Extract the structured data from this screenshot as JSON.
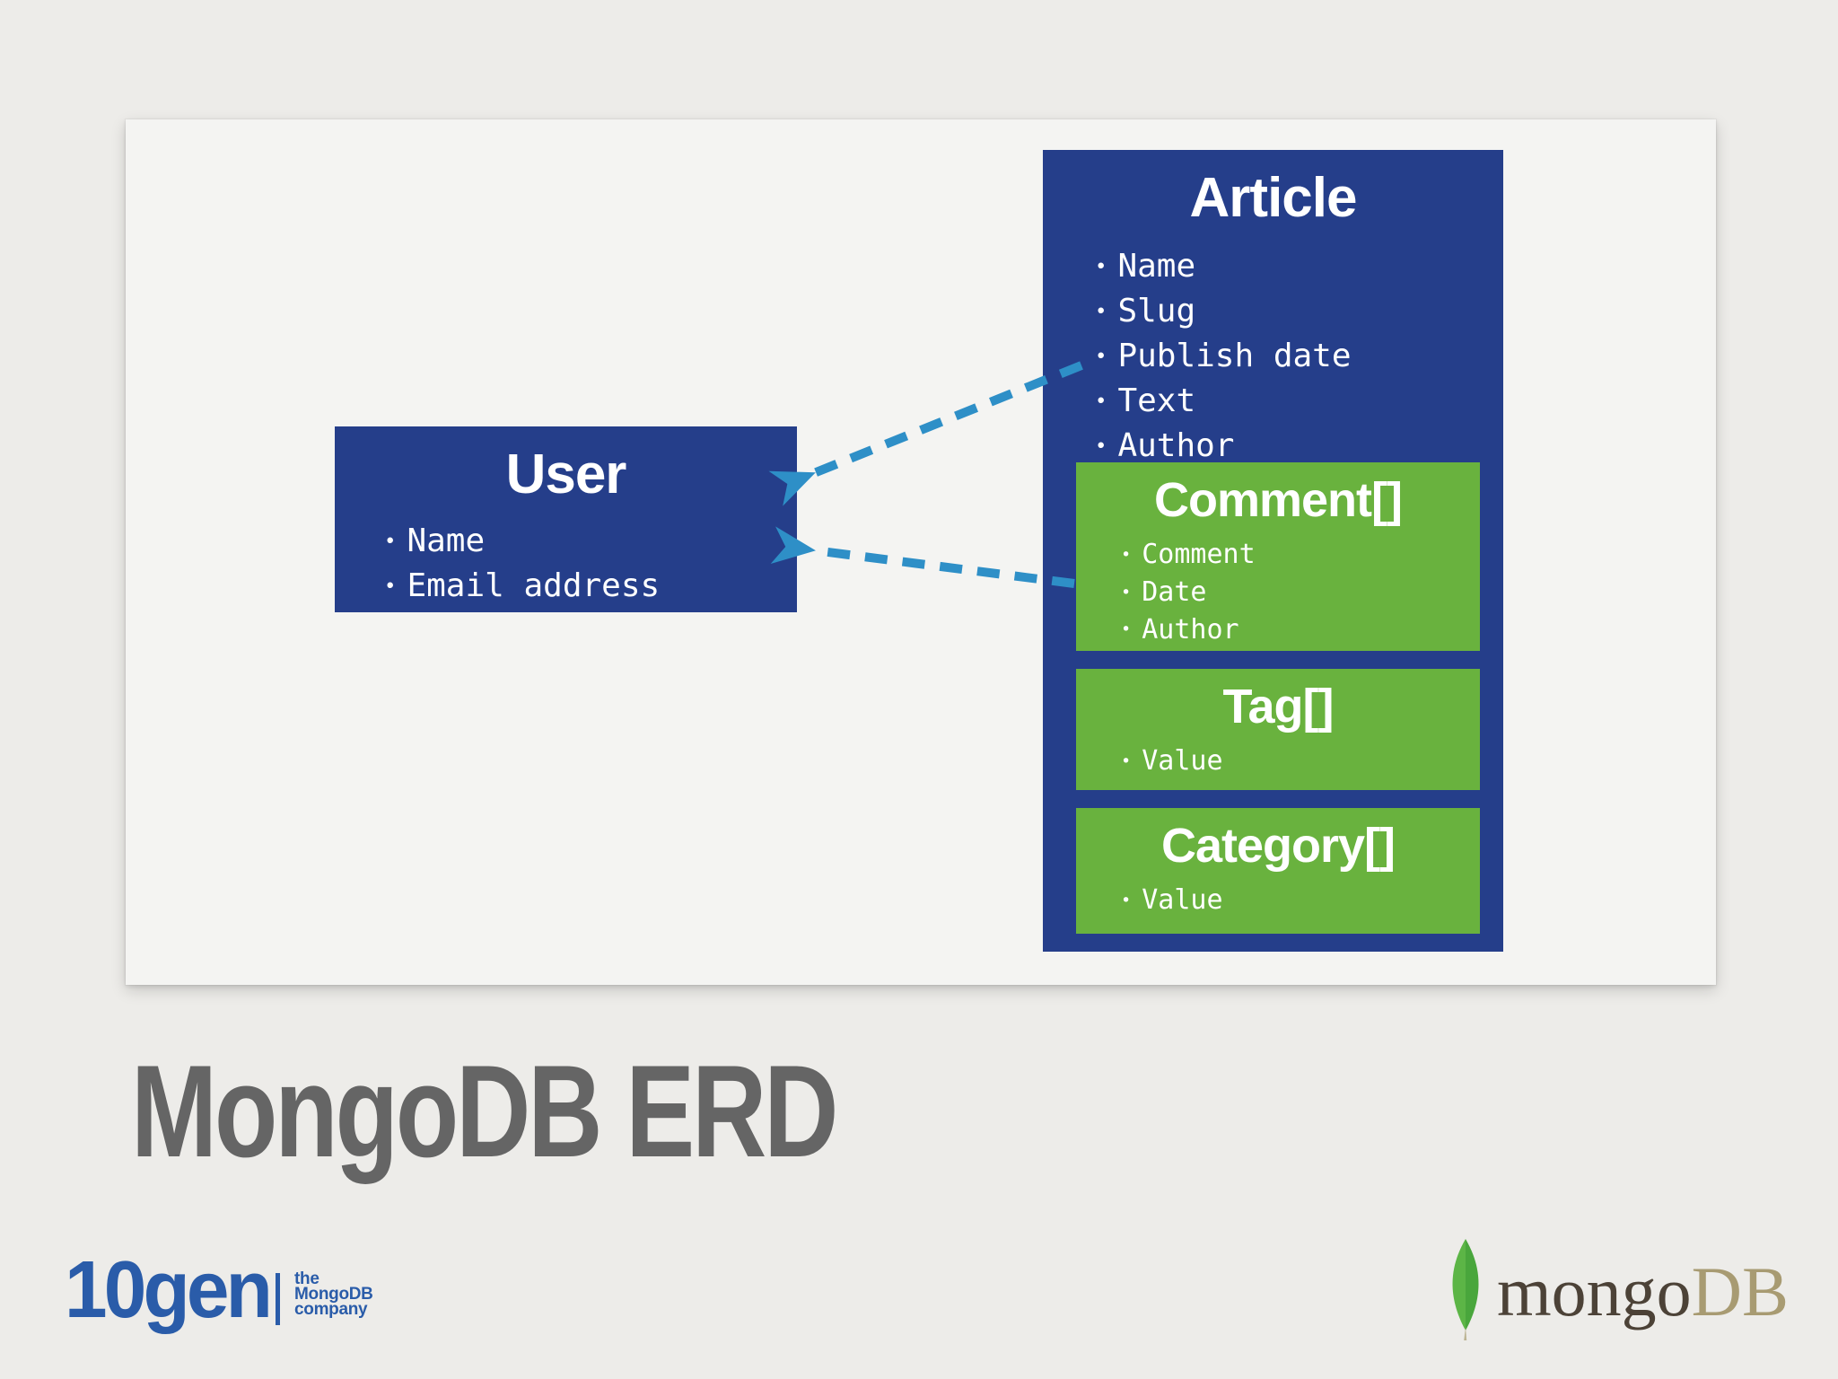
{
  "title": "MongoDB ERD",
  "erd": {
    "user": {
      "title": "User",
      "fields": [
        "Name",
        "Email address"
      ]
    },
    "article": {
      "title": "Article",
      "fields": [
        "Name",
        "Slug",
        "Publish date",
        "Text",
        "Author"
      ]
    },
    "comment": {
      "title": "Comment[]",
      "fields": [
        "Comment",
        "Date",
        "Author"
      ]
    },
    "tag": {
      "title": "Tag[]",
      "fields": [
        "Value"
      ]
    },
    "category": {
      "title": "Category[]",
      "fields": [
        "Value"
      ]
    },
    "relations": [
      {
        "from": "Article.Author",
        "to": "User",
        "style": "dashed-arrow"
      },
      {
        "from": "Article.Comment[].Author",
        "to": "User",
        "style": "dashed-arrow"
      }
    ]
  },
  "branding": {
    "tengen_logo": "10gen",
    "tengen_tagline": [
      "the",
      "MongoDB",
      "company"
    ],
    "mongodb_logo_prefix": "mongo",
    "mongodb_logo_suffix": "DB"
  },
  "colors": {
    "background": "#edece9",
    "panel": "#f4f4f2",
    "entity_blue": "#253e8a",
    "embedded_green": "#69b23e",
    "arrow_blue": "#2e8fc7",
    "slide_title_gray": "#656565",
    "tengen_blue": "#2a5ca9",
    "mongo_brown": "#4c4237",
    "mongo_tan": "#a89b72",
    "leaf_green_light": "#5cb546",
    "leaf_green_dark": "#49a63c"
  }
}
